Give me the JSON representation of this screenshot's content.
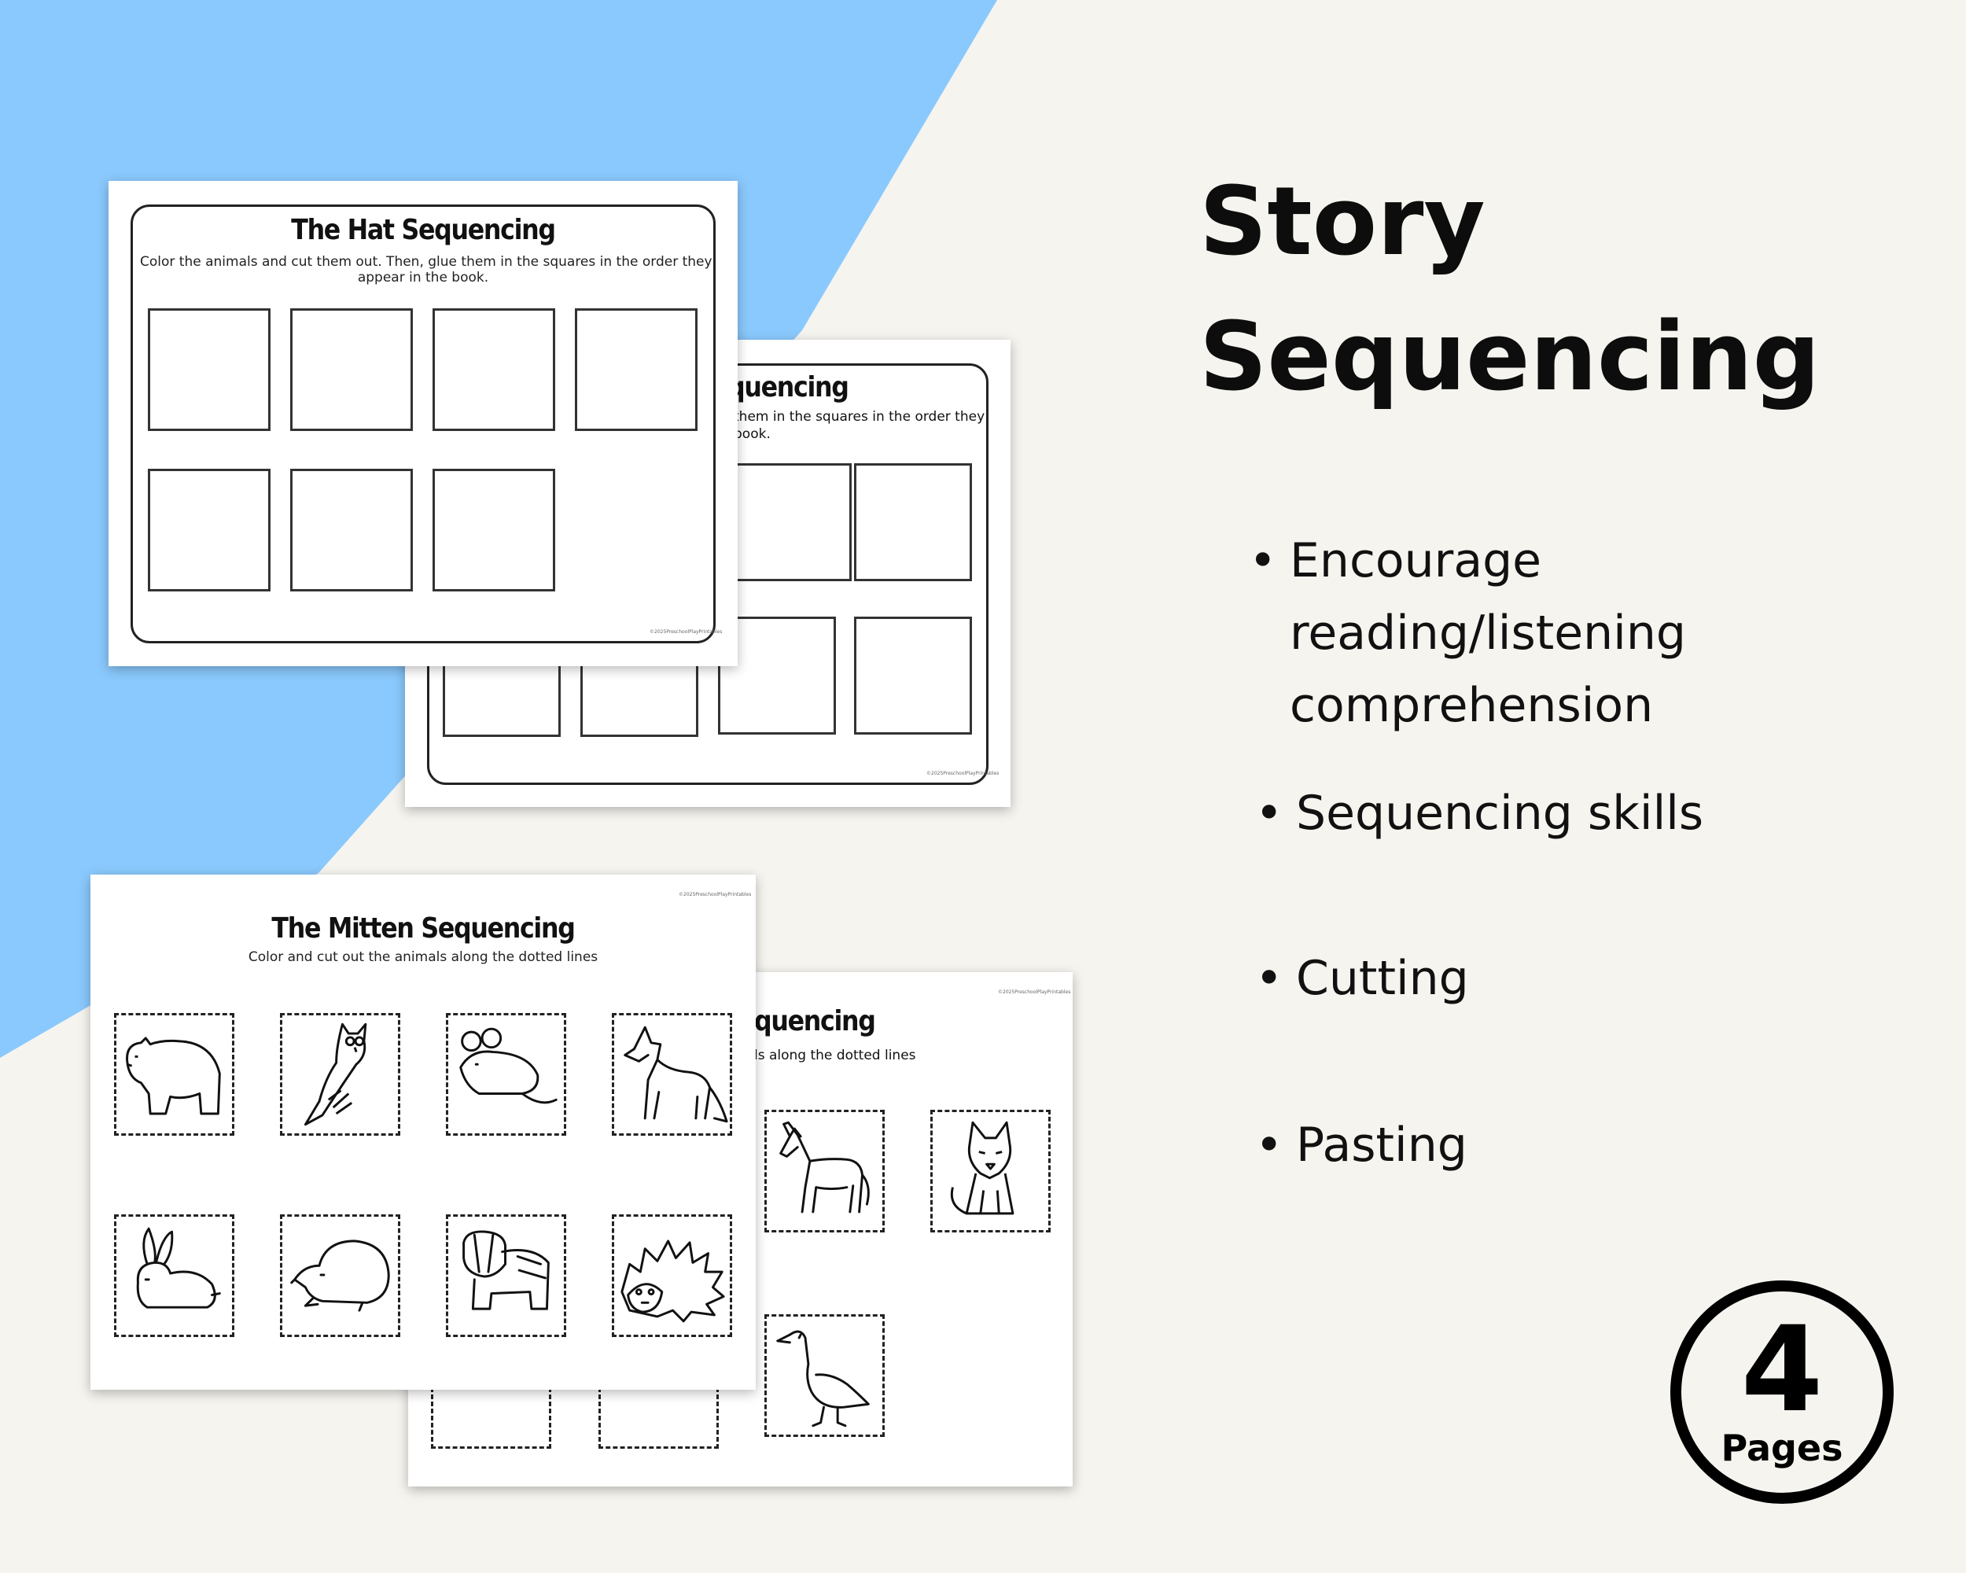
{
  "heading": {
    "line1": "Story",
    "line2": "Sequencing"
  },
  "bullets": [
    {
      "lines": [
        "Encourage",
        "reading/listening",
        "comprehension"
      ]
    },
    {
      "lines": [
        "Sequencing skills"
      ]
    },
    {
      "lines": [
        "Cutting"
      ]
    },
    {
      "lines": [
        "Pasting"
      ]
    }
  ],
  "badge": {
    "number": "4",
    "label": "Pages"
  },
  "worksheets": {
    "hat": {
      "title": "The Hat Sequencing",
      "instr1": "Color the animals and cut them out. Then, glue them in the squares in the order they",
      "instr2": "appear in the book.",
      "copyright": "©2025PreschoolPlayPrintables"
    },
    "hat_back": {
      "title_fragment": "quencing",
      "instr1": "them in the squares in the order they",
      "instr2": "book.",
      "copyright": "©2025PreschoolPlayPrintables"
    },
    "mitten": {
      "title": "The Mitten Sequencing",
      "instr": "Color and cut out the animals along the dotted lines",
      "copyright": "©2025PreschoolPlayPrintables"
    },
    "mitten_back": {
      "title_fragment": "quencing",
      "instr": "ls along the dotted lines",
      "copyright": "©2025PreschoolPlayPrintables"
    }
  },
  "animals": {
    "mitten_front": [
      "bear-icon",
      "owl-icon",
      "mouse-icon",
      "fox-icon",
      "rabbit-icon",
      "mole-icon",
      "badger-icon",
      "hedgehog-icon"
    ],
    "mitten_back": [
      "horse-icon",
      "wolf-icon",
      "goose-icon"
    ]
  },
  "colors": {
    "background": "#f6f4ef",
    "accent_blue": "#8ac9fd",
    "ink": "#111111"
  }
}
